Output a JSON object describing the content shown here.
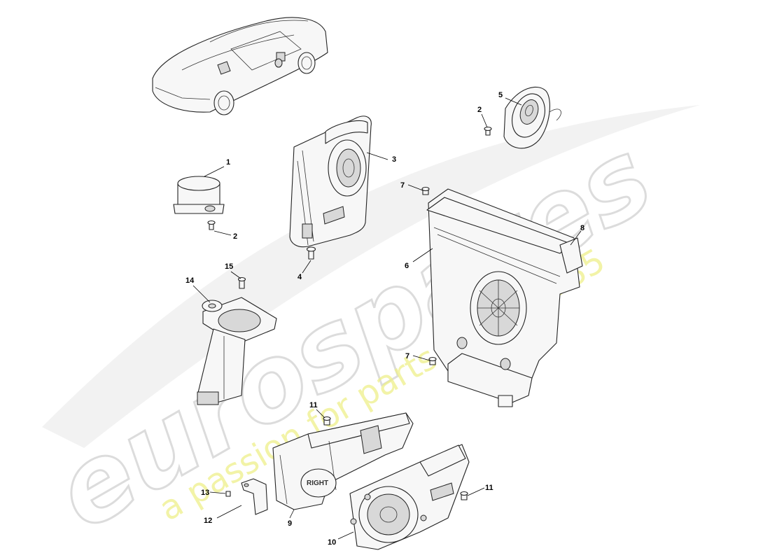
{
  "watermark": {
    "brand": "eurospares",
    "tagline": "a passion for parts since 1985"
  },
  "callouts": [
    {
      "id": "c1",
      "text": "1"
    },
    {
      "id": "c2a",
      "text": "2"
    },
    {
      "id": "c2b",
      "text": "2"
    },
    {
      "id": "c3",
      "text": "3"
    },
    {
      "id": "c4",
      "text": "4"
    },
    {
      "id": "c5",
      "text": "5"
    },
    {
      "id": "c6",
      "text": "6"
    },
    {
      "id": "c7a",
      "text": "7"
    },
    {
      "id": "c7b",
      "text": "7"
    },
    {
      "id": "c8",
      "text": "8"
    },
    {
      "id": "c9",
      "text": "9"
    },
    {
      "id": "c10",
      "text": "10"
    },
    {
      "id": "c11a",
      "text": "11"
    },
    {
      "id": "c11b",
      "text": "11"
    },
    {
      "id": "c12",
      "text": "12"
    },
    {
      "id": "c13",
      "text": "13"
    },
    {
      "id": "c14",
      "text": "14"
    },
    {
      "id": "c15",
      "text": "15"
    }
  ],
  "part_markings": {
    "enclosure_side": "RIGHT"
  }
}
